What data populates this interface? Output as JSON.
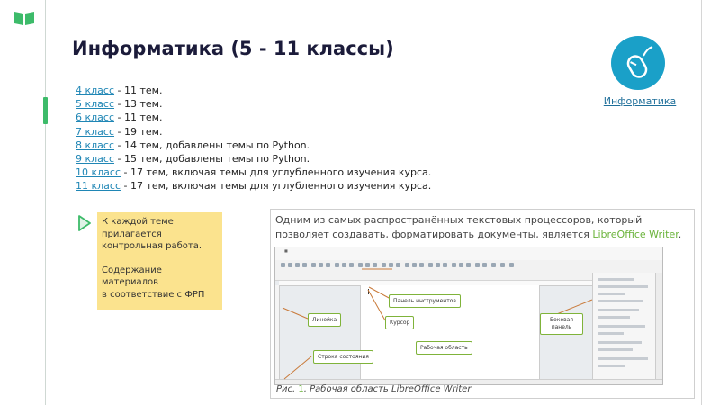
{
  "page": {
    "title": "Информатика (5 - 11 классы)",
    "subject_link": "Информатика"
  },
  "grades": [
    {
      "link": "4 класс",
      "text": " - 11 тем."
    },
    {
      "link": "5 класс",
      "text": " - 13 тем."
    },
    {
      "link": "6 класс",
      "text": " - 11 тем."
    },
    {
      "link": "7 класс",
      "text": " - 19 тем."
    },
    {
      "link": "8 класс",
      "text": " - 14 тем, добавлены темы по Python."
    },
    {
      "link": "9 класс",
      "text": " - 15 тем, добавлены темы по Python."
    },
    {
      "link": "10 класс",
      "text": " - 17 тем, включая темы для углубленного изучения курса."
    },
    {
      "link": "11 класс",
      "text": " - 17 тем, включая темы для углубленного изучения курса."
    }
  ],
  "note": {
    "line1": "К каждой теме\nприлагается\nконтрольная работа.",
    "line2": "Содержание\nматериалов\nв соответствие с ФРП"
  },
  "figure": {
    "text_before": "Одним из самых распространённых текстовых процессоров, который позволяет создавать, форматировать документы, является ",
    "text_accent": "LibreOffice Writer",
    "text_after": ".",
    "caption_prefix": "Рис. ",
    "caption_number": "1",
    "caption_text": ". Рабочая область LibreOffice Writer",
    "callouts": {
      "toolbar": "Панель инструментов",
      "ruler": "Линейка",
      "cursor": "Курсор",
      "workspace": "Рабочая область",
      "statusbar": "Строка состояния",
      "sidebar": "Боковая панель"
    }
  },
  "colors": {
    "accent_green": "#3dbb6a",
    "link_blue": "#1f86b5",
    "logo_blue": "#1aa0c8",
    "note_yellow": "#fbe38e",
    "callout_green": "#7fb33a"
  },
  "icons": {
    "book": "open-book-icon",
    "logo": "computer-mouse-icon",
    "note_marker": "play-triangle-icon"
  }
}
